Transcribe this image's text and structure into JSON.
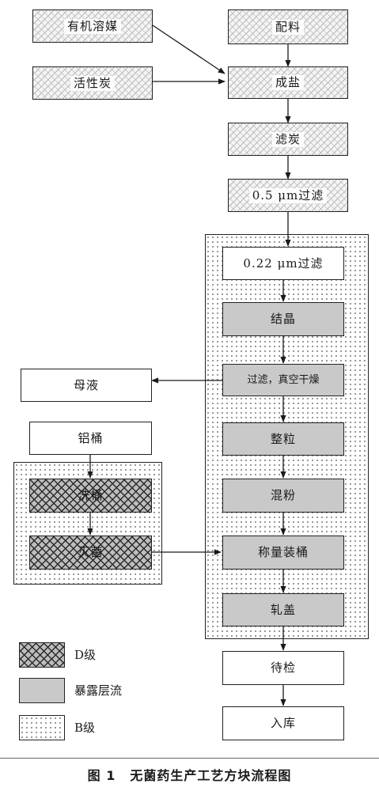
{
  "boxes": {
    "organic_solvent": "有机溶媒",
    "activated_carbon": "活性炭",
    "batching": "配料",
    "salt_forming": "成盐",
    "filter_carbon": "滤炭",
    "filter_05": "0.5 μm过滤",
    "filter_022": "0.22 μm过滤",
    "crystallization": "结晶",
    "filter_vacuum_dry": "过滤，真空干燥",
    "mother_liquor": "母液",
    "granulation": "整粒",
    "aluminum_drum": "铝桶",
    "mixing": "混粉",
    "drum_wash": "洗桶",
    "sterilization": "灭菌",
    "weigh_fill": "称量装桶",
    "capping": "轧盖",
    "quarantine": "待检",
    "warehouse": "入库"
  },
  "legend": {
    "d_grade": "D级",
    "laminar_flow": "暴露层流",
    "b_grade": "B级"
  },
  "caption": {
    "figure_no": "图 1",
    "title": "无菌药生产工艺方块流程图"
  }
}
